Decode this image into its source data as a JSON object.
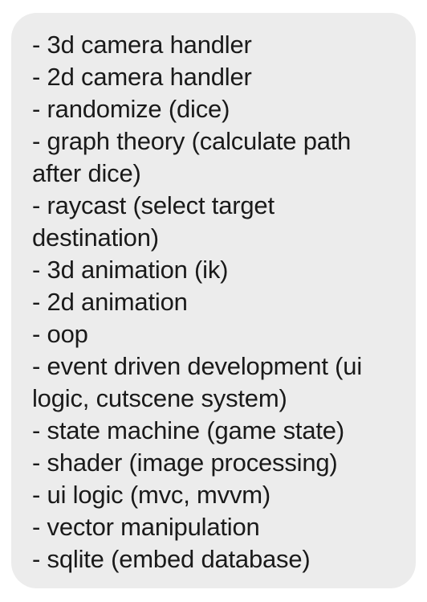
{
  "message": {
    "lines": [
      "- 3d camera handler",
      "- 2d camera handler",
      "- randomize (dice)",
      "- graph theory (calculate path",
      "after dice)",
      "- raycast (select target",
      "destination)",
      "- 3d animation (ik)",
      "- 2d animation",
      "- oop",
      "- event driven development (ui",
      "logic, cutscene system)",
      "- state machine (game state)",
      "- shader (image processing)",
      "- ui logic (mvc, mvvm)",
      "- vector manipulation",
      "- sqlite (embed database)"
    ]
  }
}
